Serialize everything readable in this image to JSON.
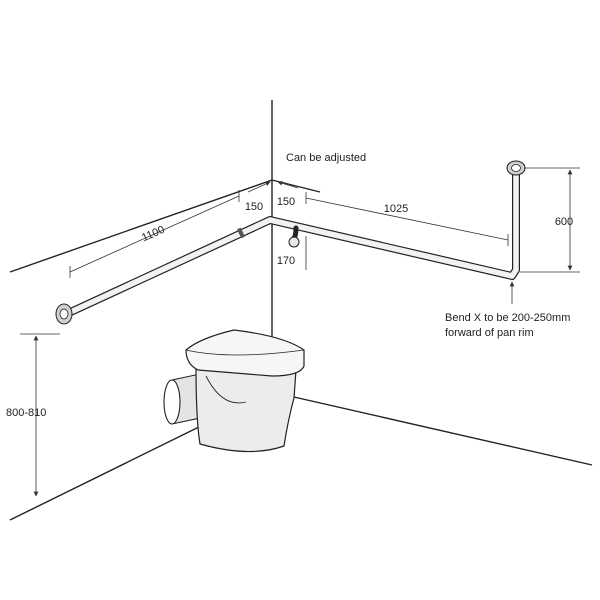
{
  "dimensions": {
    "left_rail_length": "1100",
    "left_offset": "150",
    "right_offset": "150",
    "right_rail_length": "1025",
    "vertical_rail_height": "600",
    "bracket_drop": "170",
    "mounting_height": "800-810"
  },
  "notes": {
    "adjustable": "Can be adjusted",
    "bend_line1": "Bend X to be 200-250mm",
    "bend_line2": "forward of pan rim"
  },
  "colors": {
    "line": "#222222",
    "rail_fill": "#f2f2f2",
    "toilet_fill": "#ececec"
  }
}
